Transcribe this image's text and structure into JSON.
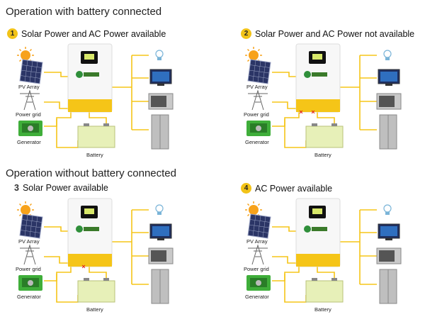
{
  "sections": [
    {
      "title": "Operation with battery connected"
    },
    {
      "title": "Operation without  battery connected"
    }
  ],
  "scenarios": [
    {
      "number": "1",
      "title": "Solar Power and AC Power available"
    },
    {
      "number": "2",
      "title": "Solar Power and AC Power not available"
    },
    {
      "number": "3",
      "title": "Solar Power available"
    },
    {
      "number": "4",
      "title": "AC Power available"
    }
  ],
  "labels": {
    "pv_array": "PV Array",
    "power_grid": "Power grid",
    "generator": "Generator",
    "battery": "Battery"
  },
  "colors": {
    "wire": "#f5c518",
    "inverter_band": "#f5c518",
    "cross": "#e02020",
    "badge": "#f2c318"
  },
  "icons": [
    "sun-icon",
    "solar-panel-icon",
    "power-tower-icon",
    "generator-icon",
    "inverter-icon",
    "battery-icon",
    "light-bulb-icon",
    "tv-icon",
    "microwave-icon",
    "refrigerator-icon"
  ]
}
